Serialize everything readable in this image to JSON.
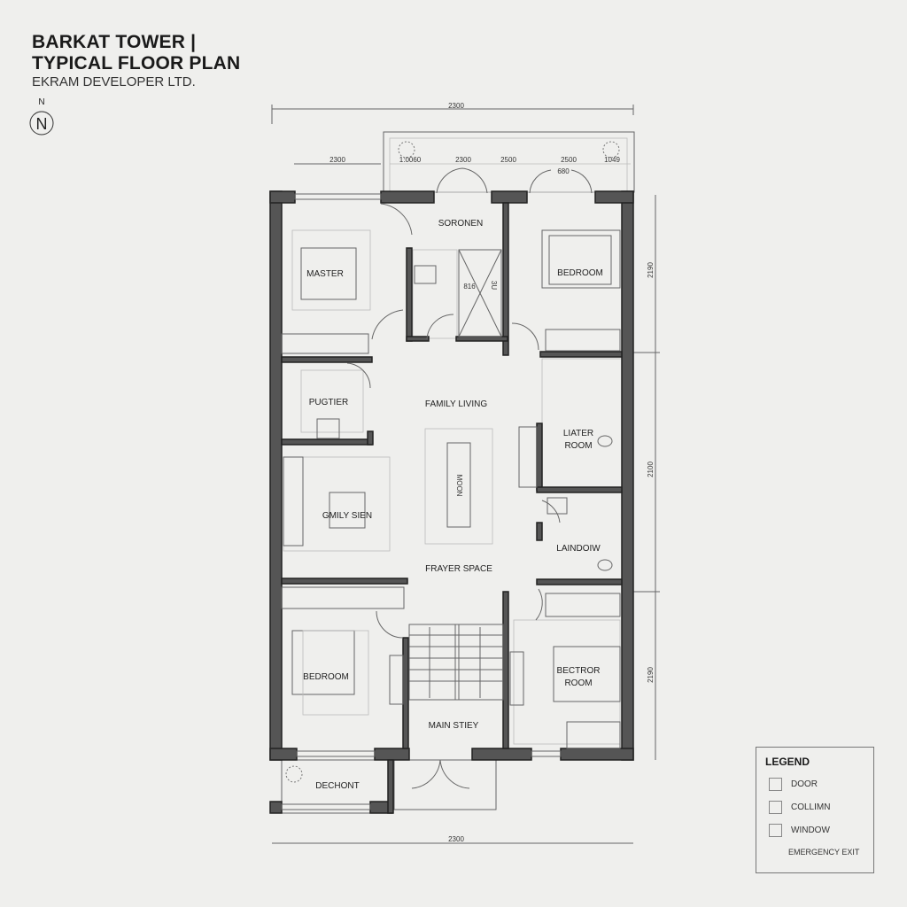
{
  "header": {
    "title_line1": "BARKAT TOWER |",
    "title_line2": "TYPICAL FLOOR PLAN",
    "subtitle": "EKRAM DEVELOPER LTD."
  },
  "north_arrow": {
    "top_label": "N",
    "circle_label": "N"
  },
  "dimensions": {
    "top_overall": "2300",
    "top_segments": [
      "2300",
      "1:0060",
      "2300",
      "2500",
      "2500",
      "1049"
    ],
    "top_inner": "680",
    "bottom_overall": "2300",
    "right_segments": [
      "2190",
      "2100",
      "2190"
    ]
  },
  "rooms": {
    "master": "MASTER",
    "bedroom_ne": "BEDROOM",
    "soronen": "SORONEN",
    "shower_a": "816",
    "shower_b": "3U",
    "pantry": "PUGTIER",
    "family_living": "FAMILY LIVING",
    "later_room_1": "LIATER",
    "later_room_2": "ROOM",
    "dining": "MOON",
    "family_scene": "GMILY SIEN",
    "laundry": "LAINDOIW",
    "prayer": "FRAYER SPACE",
    "bedroom_sw": "BEDROOM",
    "bectror_1": "BECTROR",
    "bectror_2": "ROOM",
    "main_stair": "MAIN STIEY",
    "deck": "DECHONT"
  },
  "legend": {
    "title": "LEGEND",
    "items": [
      "DOOR",
      "COLLIMN",
      "WINDOW"
    ],
    "emergency": "EMERGENCY EXIT"
  },
  "colors": {
    "wall": "#555555",
    "paper": "#efefed",
    "line": "#666666"
  }
}
